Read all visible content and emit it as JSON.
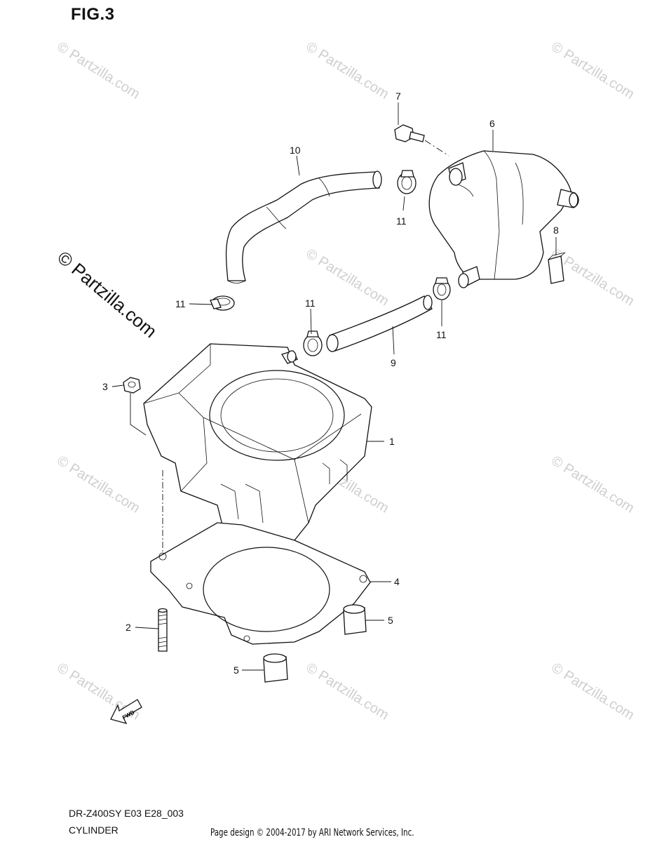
{
  "figure": {
    "title": "FIG.3",
    "model_code": "DR-Z400SY E03 E28_003",
    "section": "CYLINDER",
    "credit": "Page design © 2004-2017 by ARI Network Services, Inc."
  },
  "watermark": {
    "text": "© Partzilla.com",
    "color": "#cfcfcf",
    "primary_color": "#111111"
  },
  "fwd_label": "FWD",
  "callouts": {
    "c1": "1",
    "c2": "2",
    "c3": "3",
    "c4": "4",
    "c5a": "5",
    "c5b": "5",
    "c6": "6",
    "c7": "7",
    "c8": "8",
    "c9": "9",
    "c10": "10",
    "c11a": "11",
    "c11b": "11",
    "c11c": "11",
    "c11d": "11"
  }
}
